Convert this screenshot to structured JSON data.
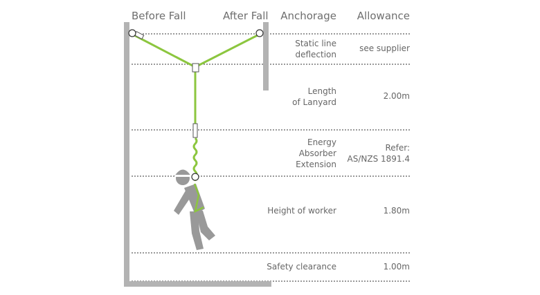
{
  "headers": {
    "before_fall": "Before Fall",
    "after_fall": "After Fall",
    "anchorage": "Anchorage",
    "allowance": "Allowance"
  },
  "rows": [
    {
      "label_lines": [
        "Static line",
        "deflection"
      ],
      "value_lines": [
        "see supplier"
      ]
    },
    {
      "label_lines": [
        "Length",
        "of Lanyard"
      ],
      "value_lines": [
        "2.00m"
      ]
    },
    {
      "label_lines": [
        "Energy",
        "Absorber",
        "Extension"
      ],
      "value_lines": [
        "Refer:",
        "AS/NZS 1891.4"
      ]
    },
    {
      "label_lines": [
        "Height of worker"
      ],
      "value_lines": [
        "1.80m"
      ]
    },
    {
      "label_lines": [
        "Safety clearance"
      ],
      "value_lines": [
        "1.00m"
      ]
    }
  ],
  "colors": {
    "lanyard": "#8cc63f",
    "post": "#b3b3b3",
    "worker": "#999999",
    "text": "#666666"
  }
}
